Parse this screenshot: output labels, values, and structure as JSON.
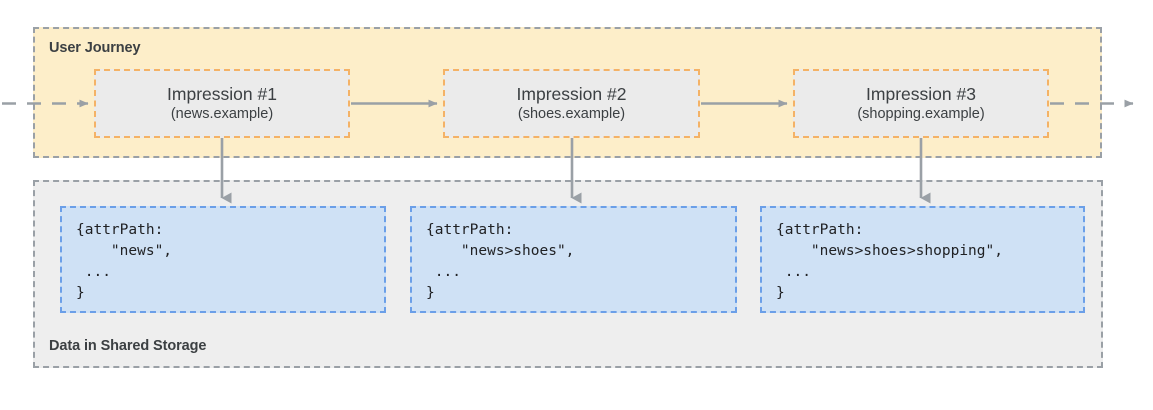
{
  "diagram": {
    "journey": {
      "title": "User Journey",
      "impressions": [
        {
          "title": "Impression #1",
          "site": "(news.example)"
        },
        {
          "title": "Impression #2",
          "site": "(shoes.example)"
        },
        {
          "title": "Impression #3",
          "site": "(shopping.example)"
        }
      ]
    },
    "storage": {
      "title": "Data in Shared Storage",
      "records": [
        {
          "code": "{attrPath:\n    \"news\",\n ...\n}"
        },
        {
          "code": "{attrPath:\n    \"news>shoes\",\n ...\n}"
        },
        {
          "code": "{attrPath:\n    \"news>shoes>shopping\",\n ...\n}"
        }
      ]
    },
    "colors": {
      "journey_fill": "#fdeec9",
      "storage_fill": "#eeeeee",
      "impression_fill": "#ebebeb",
      "impression_border": "#f4b266",
      "data_fill": "#cfe1f5",
      "data_border": "#6b9fe8",
      "container_border": "#9aa0a6",
      "arrow": "#9aa0a6",
      "text": "#3c4043"
    }
  }
}
